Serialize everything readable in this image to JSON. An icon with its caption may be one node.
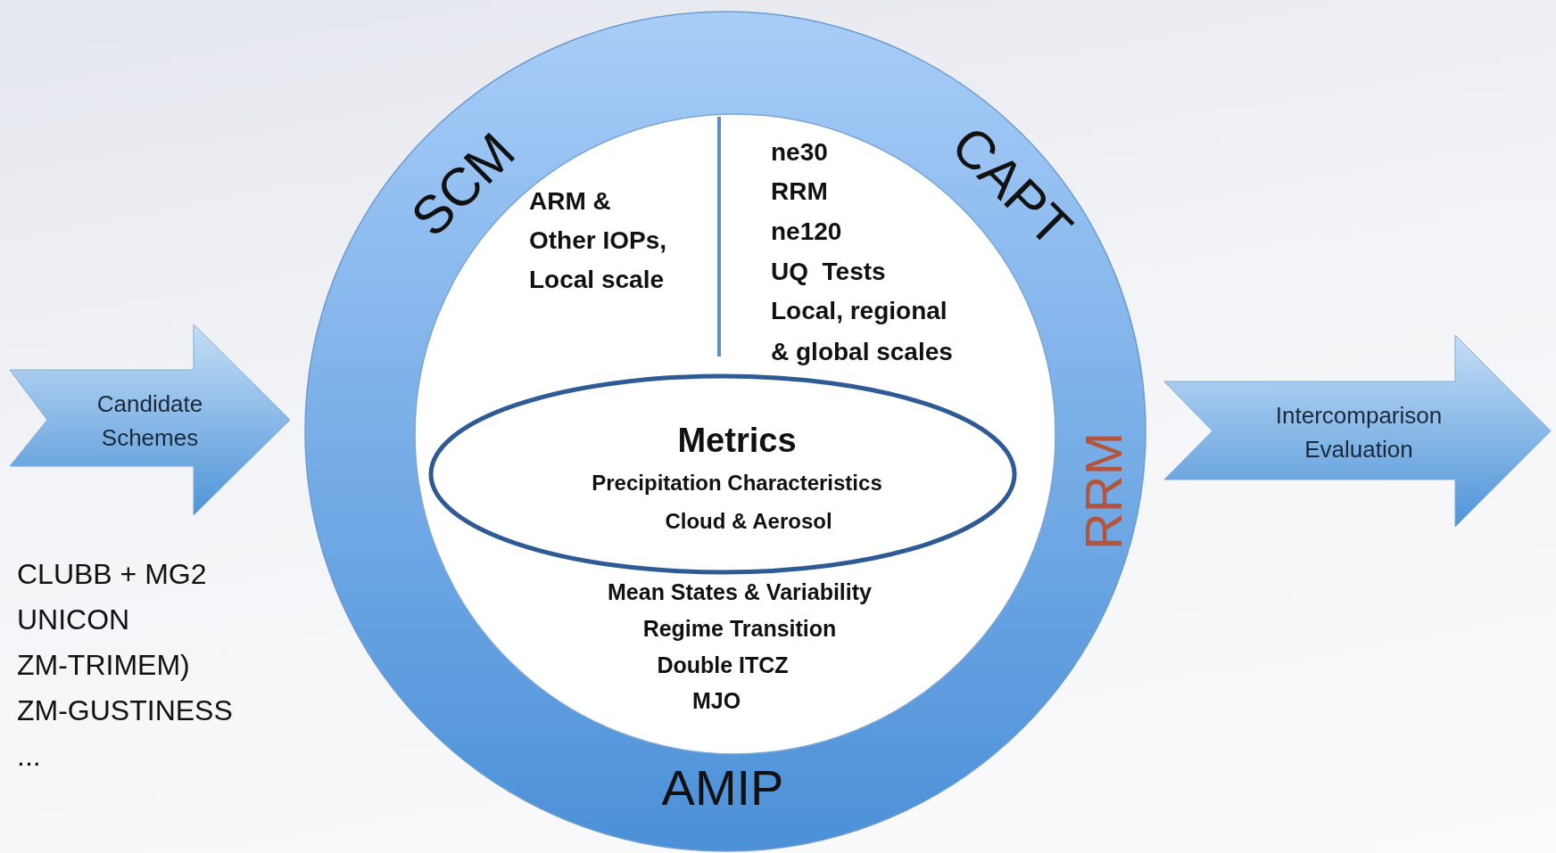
{
  "diagram": {
    "nodes": [
      {
        "text": [
          "SCM",
          "CAPT",
          "RRM",
          "AMIP"
        ]
      },
      {
        "text": [
          "ARM & Other IOPs, Local scale",
          "ne30",
          "RRM",
          "ne120",
          "UQ  Tests",
          "Local, regional & global scales",
          "Mean States & Variability",
          "Regime Transition",
          "Double ITCZ",
          "MJO"
        ],
        "in": 0
      },
      {
        "text": [
          "Metrics",
          "Precipitation Characteristics",
          "Cloud & Aerosol"
        ],
        "in": 1
      },
      {
        "text": [
          "Candidate Schemes"
        ]
      },
      {
        "text": [
          "Intercomparison Evaluation"
        ]
      }
    ],
    "labels": [
      "CLUBB + MG2",
      "UNICON",
      "ZM-TRIMEM)",
      "ZM-GUSTINESS",
      "..."
    ]
  }
}
